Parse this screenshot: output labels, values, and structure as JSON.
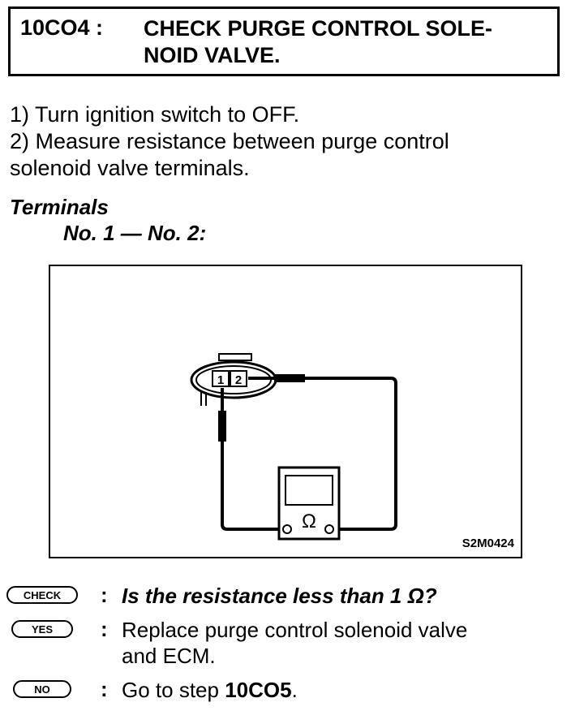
{
  "header": {
    "step_code": "10CO4 :",
    "title_line1": "CHECK PURGE CONTROL SOLE-",
    "title_line2": "NOID VALVE."
  },
  "instructions": {
    "step1": "1)  Turn ignition switch to OFF.",
    "step2_line1": "2)  Measure resistance between purge control",
    "step2_line2": "solenoid valve terminals."
  },
  "terminals": {
    "heading": "Terminals",
    "pair": "No. 1 — No. 2:"
  },
  "figure": {
    "terminal_1": "1",
    "terminal_2": "2",
    "meter_symbol": "Ω",
    "figure_id": "S2M0424"
  },
  "check": {
    "badge": "CHECK",
    "colon": ":",
    "question": "Is the resistance less than 1 Ω?"
  },
  "yes": {
    "badge": "YES",
    "colon": ":",
    "line1": "Replace purge control solenoid valve",
    "line2": "and ECM."
  },
  "no": {
    "badge": "NO",
    "colon": ":",
    "text_prefix": "Go to step ",
    "step_ref": "10CO5",
    "text_suffix": "."
  }
}
